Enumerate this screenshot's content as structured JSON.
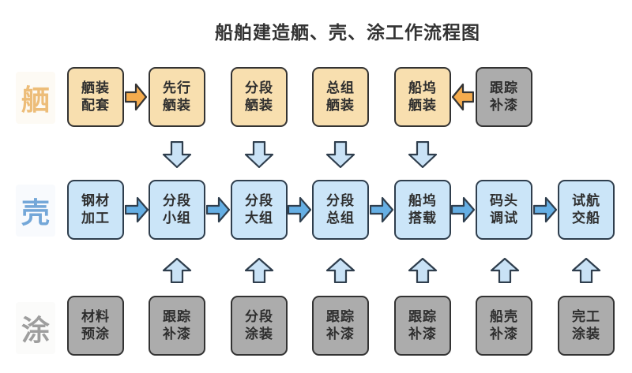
{
  "title": "船舶建造舾、壳、涂工作流程图",
  "rows": {
    "outfitting": {
      "label": "舾",
      "boxes": [
        "舾装\n配套",
        "先行\n舾装",
        "分段\n舾装",
        "总组\n舾装",
        "船坞\n舾装",
        "跟踪\n补漆"
      ]
    },
    "hull": {
      "label": "壳",
      "boxes": [
        "钢材\n加工",
        "分段\n小组",
        "分段\n大组",
        "分段\n总组",
        "船坞\n搭载",
        "码头\n调试",
        "试航\n交船"
      ]
    },
    "painting": {
      "label": "涂",
      "boxes": [
        "材料\n预涂",
        "跟踪\n补漆",
        "分段\n涂装",
        "跟踪\n补漆",
        "跟踪\n补漆",
        "船壳\n补漆",
        "完工\n涂装"
      ]
    }
  },
  "colors": {
    "outfitting_box_fill": "#f8dfaf",
    "hull_box_fill": "#cbe5f8",
    "painting_box_fill": "#acacac",
    "box_border": "#333333",
    "orange_arrow_fill": "#f5ac4e",
    "blue_horizontal_arrow_fill": "#66afe4",
    "blue_vertical_arrow_fill": "#c9e2f6",
    "outfitting_label_color": "#edbd79",
    "hull_label_color": "#74a7d8",
    "painting_label_color": "#9e9e9e"
  }
}
